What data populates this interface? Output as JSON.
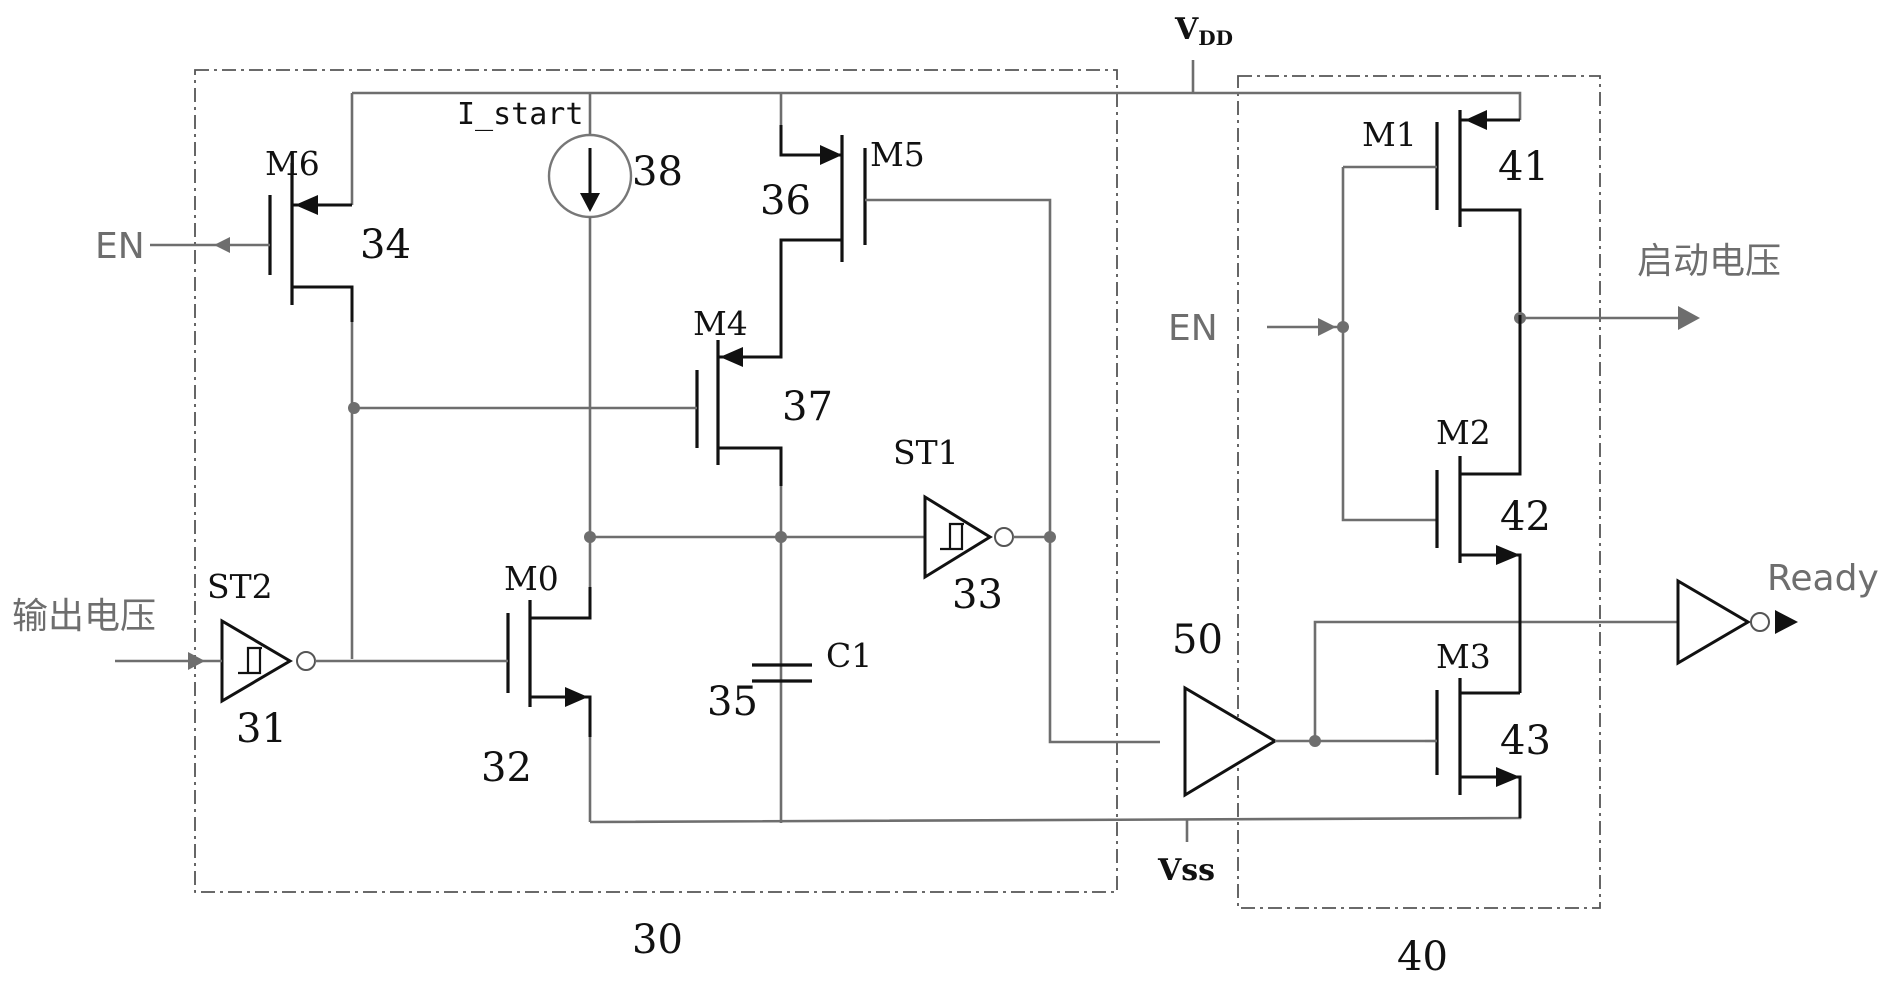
{
  "supplies": {
    "vdd": "V",
    "vdd_sub": "DD",
    "vss": "Vss"
  },
  "blocks": {
    "block_30": "30",
    "block_40": "40",
    "comparator_50": "50"
  },
  "signals": {
    "en_left": "EN",
    "en_right": "EN",
    "output_voltage": "输出电压",
    "startup_voltage": "启动电压",
    "ready": "Ready",
    "i_start": "I_start"
  },
  "components": {
    "m6": {
      "name": "M6",
      "ref": "34"
    },
    "source_38": {
      "ref": "38"
    },
    "m5": {
      "name": "M5",
      "ref": "36"
    },
    "m4": {
      "name": "M4",
      "ref": "37"
    },
    "m0": {
      "name": "M0",
      "ref": "32"
    },
    "st1": {
      "name": "ST1",
      "ref": "33"
    },
    "st2": {
      "name": "ST2",
      "ref": "31"
    },
    "c1": {
      "name": "C1",
      "ref": "35"
    },
    "m1": {
      "name": "M1",
      "ref": "41"
    },
    "m2": {
      "name": "M2",
      "ref": "42"
    },
    "m3": {
      "name": "M3",
      "ref": "43"
    }
  },
  "colors": {
    "device": "#111111",
    "wire": "#6e6e6e",
    "boundary": "#555555"
  }
}
